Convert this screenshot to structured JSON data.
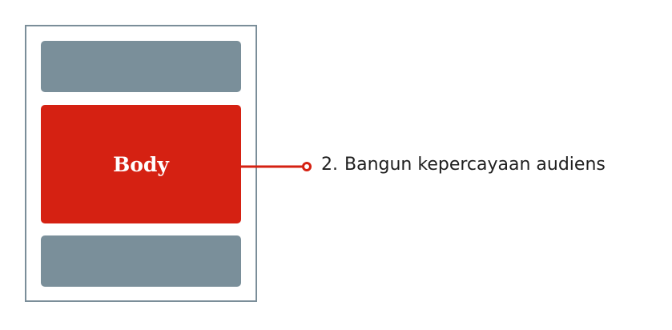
{
  "diagram": {
    "sections": [
      {
        "id": "top",
        "label": ""
      },
      {
        "id": "body",
        "label": "Body"
      },
      {
        "id": "bottom",
        "label": ""
      }
    ],
    "callout": {
      "number": "2.",
      "text": "Bangun kepercayaan audiens"
    },
    "colors": {
      "accent": "#d52112",
      "placeholder": "#7a8f9a",
      "frame_border": "#7b8e99",
      "text": "#1f1f1f",
      "background": "#ffffff"
    }
  }
}
